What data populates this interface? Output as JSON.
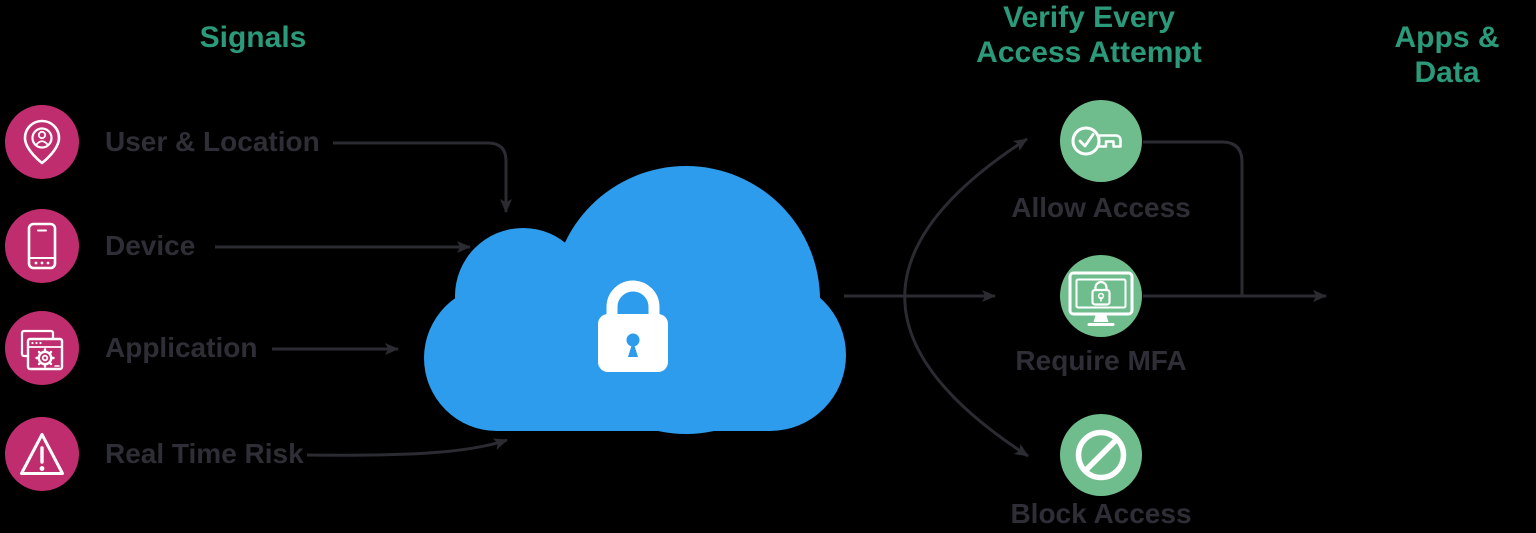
{
  "colors": {
    "background": "#000000",
    "heading_green": "#2B9A7A",
    "icon_green": "#6FBD8C",
    "icon_pink": "#BF2D6F",
    "cloud_blue": "#2D9CEC",
    "text_dark": "#2E2E36",
    "arrow": "#2B2B32",
    "glyph_white": "#FFFFFF"
  },
  "signals": {
    "heading": "Signals",
    "items": [
      {
        "label": "User & Location",
        "icon": "user-location-icon"
      },
      {
        "label": "Device",
        "icon": "device-icon"
      },
      {
        "label": "Application",
        "icon": "application-icon"
      },
      {
        "label": "Real Time Risk",
        "icon": "real-time-risk-icon"
      }
    ]
  },
  "policy_engine": {
    "icon": "cloud-lock-icon"
  },
  "verification": {
    "heading_line1": "Verify Every",
    "heading_line2": "Access Attempt",
    "outcomes": [
      {
        "label": "Allow Access",
        "icon": "key-check-icon"
      },
      {
        "label": "Require MFA",
        "icon": "monitor-lock-icon"
      },
      {
        "label": "Block Access",
        "icon": "prohibition-icon"
      }
    ]
  },
  "apps_data": {
    "heading": "Apps & Data"
  }
}
